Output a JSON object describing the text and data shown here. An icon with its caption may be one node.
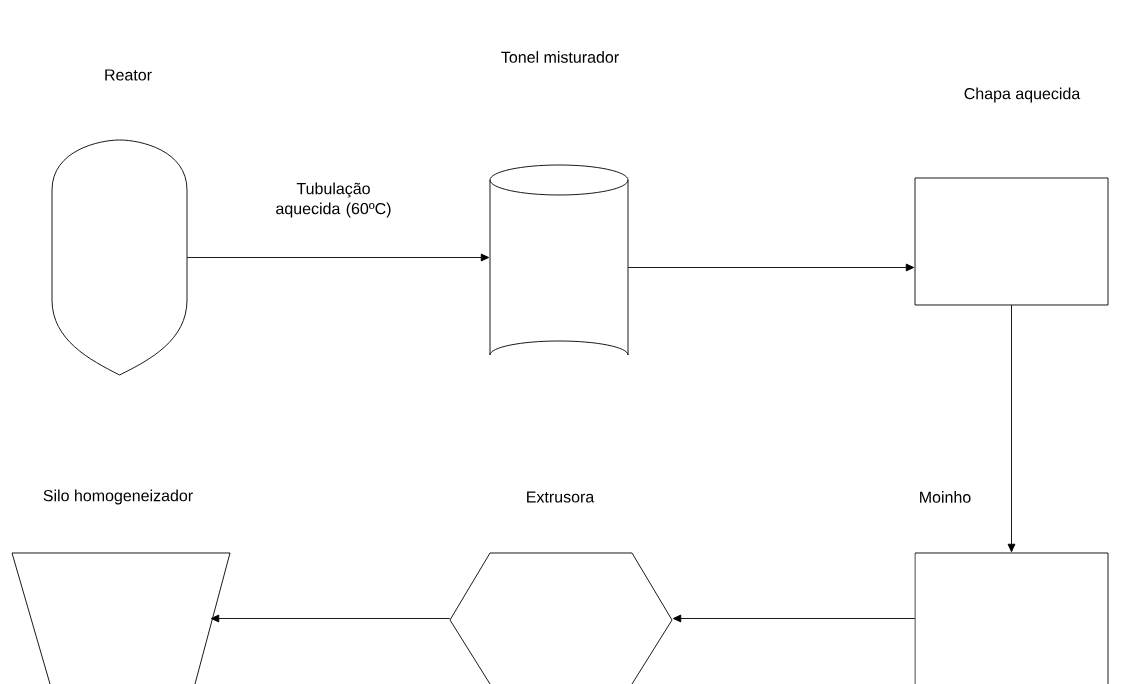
{
  "diagram": {
    "nodes": [
      {
        "text": [
          "Reator"
        ]
      },
      {
        "text": [
          "Tonel misturador"
        ]
      },
      {
        "text": [
          "Chapa aquecida"
        ]
      },
      {
        "text": [
          "Moinho"
        ]
      },
      {
        "text": [
          "Extrusora"
        ]
      },
      {
        "text": [
          "Silo homogeneizador"
        ]
      }
    ],
    "edges": [
      {
        "from": 0,
        "to": 1,
        "arrow": "to",
        "label": "Tubulação aquecida (60ºC)"
      },
      {
        "from": 1,
        "to": 2,
        "arrow": "to"
      },
      {
        "from": 2,
        "to": 3,
        "arrow": "to"
      },
      {
        "from": 3,
        "to": 4,
        "arrow": "to"
      },
      {
        "from": 4,
        "to": 5,
        "arrow": "to"
      }
    ]
  }
}
